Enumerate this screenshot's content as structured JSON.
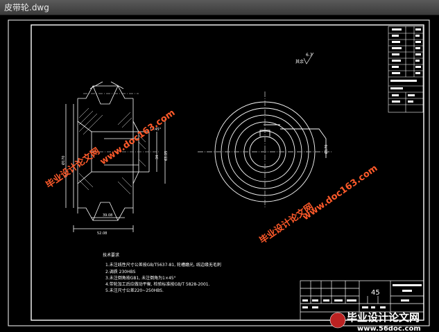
{
  "window": {
    "title": "皮带轮.dwg"
  },
  "drawing": {
    "material": "45",
    "roughness_label": "其余",
    "roughness_value": "6.3",
    "notes": {
      "heading": "技术要求",
      "lines": [
        "1.未注线性尺寸公差按GB/T5637-81, 轮槽磨光, 线边缘无毛刺",
        "2.调质 230HBS",
        "3.未注倒角按GB1, 未注倒角为1×45°",
        "4.带轮加工后应做动平衡, 检验标准按GB/T 5828-2001.",
        "5.未注尺寸公差220~250HBS."
      ]
    },
    "dims": {
      "right_view_dia": "Ø170",
      "section_chamfer": "1×45°",
      "bore": "Ø34",
      "dim_a": "34",
      "dim_b": "63.05",
      "dim_c": "Ø170",
      "bottom_dim": "52.08",
      "bottom_dim2": "39.08"
    }
  },
  "watermarks": {
    "site": "www.doc163.com",
    "cn_text": "毕业设计论文网",
    "corner_cn": "毕业设计论文网",
    "corner_site": "www.56doc.com"
  }
}
